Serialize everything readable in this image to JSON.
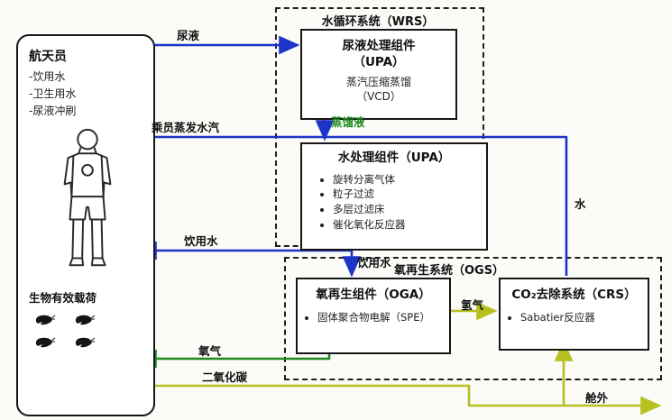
{
  "colors": {
    "water_line": "#1c34c8",
    "oxygen_line": "#1e8a1e",
    "co2_line": "#b7c01f"
  },
  "astronaut": {
    "title": "航天员",
    "items": [
      "-饮用水",
      "-卫生用水",
      "-尿液冲刷"
    ],
    "payload_title": "生物有效载荷"
  },
  "wrs": {
    "label": "水循环系统（WRS）",
    "upa": {
      "title_line1": "尿液处理组件",
      "title_line2": "（UPA）",
      "sub_line1": "蒸汽压缩蒸馏",
      "sub_line2": "（VCD）"
    },
    "wpa": {
      "title": "水处理组件（UPA）",
      "bullets": [
        "旋转分离气体",
        "粒子过滤",
        "多层过滤床",
        "催化氧化反应器"
      ]
    }
  },
  "ogs": {
    "label": "氧再生系统（OGS）",
    "oga": {
      "title": "氧再生组件（OGA）",
      "bullets": [
        "固体聚合物电解（SPE）"
      ]
    },
    "crs": {
      "title": "CO₂去除系统（CRS）",
      "bullets": [
        "Sabatier反应器"
      ]
    }
  },
  "flows": {
    "urine": "尿液",
    "crew_vapor": "乘员蒸发水汽",
    "distillate": "蒸馏液",
    "water": "水",
    "potable_water_left": "饮用水",
    "potable_water_down": "饮用水",
    "oxygen": "氧气",
    "hydrogen": "氢气",
    "co2": "二氧化碳",
    "overboard": "舱外"
  }
}
